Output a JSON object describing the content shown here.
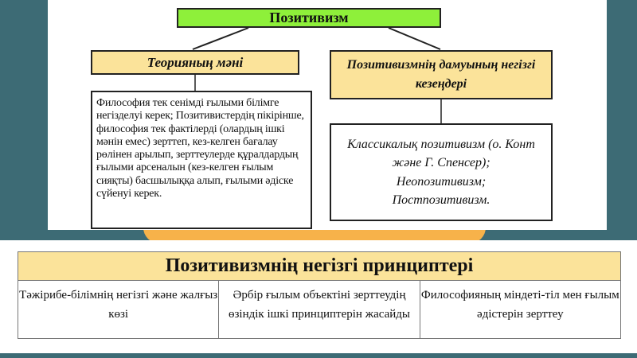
{
  "diagram": {
    "root": "Позитивизм",
    "left_heading": "Теорияның мәні",
    "right_heading": "Позитивизмнің дамуының негізгі кезеңдері",
    "left_text": "Философия тек сенімді ғылыми білімге негізделуі керек; Позитивистердің пікірінше, философия тек фактілерді (олардың ішкі мәнін емес) зерттеп, кез-келген бағалау рөлінен арылып, зерттеулерде құралдардың ғылыми арсеналын (кез-келген ғылым сияқты) басшылыққа алып, ғылыми әдіске сүйенуі керек.",
    "right_lines": [
      "Классикалық позитивизм (о. Конт және Г. Спенсер);",
      "Неопозитивизм;",
      "Постпозитивизм."
    ]
  },
  "table": {
    "title": "Позитивизмнің негізгі принциптері",
    "cells": [
      "Тәжірибе-білімнің негізгі және жалғыз көзі",
      "Әрбір ғылым объектіні зерттеудің өзіндік ішкі принциптерін жасайды",
      "Философияның міндеті-тіл мен ғылым әдістерін зерттеу"
    ]
  }
}
